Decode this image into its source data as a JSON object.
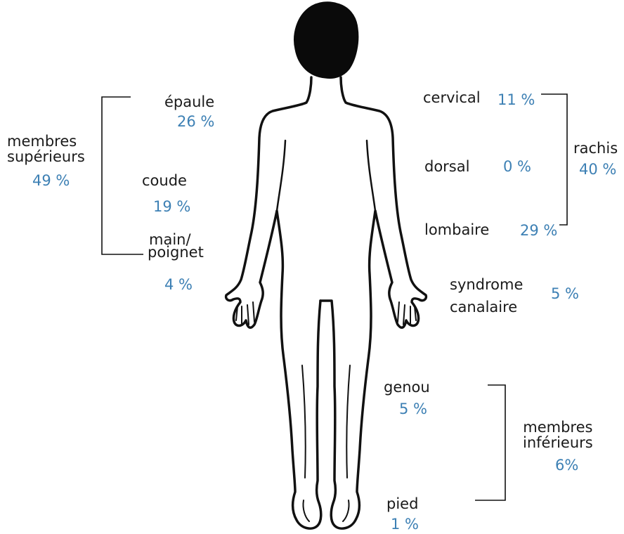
{
  "colors": {
    "label": "#1a1a1a",
    "percent": "#3d80b4",
    "outline": "#111111",
    "hair": "#0a0a0a"
  },
  "figure": {
    "icon": "human-body-back-view"
  },
  "groups": {
    "upper_limbs": {
      "label_line1": "membres",
      "label_line2": "supérieurs",
      "percent": "49 %"
    },
    "spine": {
      "label": "rachis",
      "percent": "40 %"
    },
    "lower_limbs": {
      "label_line1": "membres",
      "label_line2": "inférieurs",
      "percent": "6%"
    }
  },
  "regions": {
    "shoulder": {
      "label": "épaule",
      "percent": "26 %"
    },
    "elbow": {
      "label": "coude",
      "percent": "19 %"
    },
    "hand_wrist": {
      "label_line1": "main/",
      "label_line2": "poignet",
      "percent": "4 %"
    },
    "cervical": {
      "label": "cervical",
      "percent": "11 %"
    },
    "dorsal": {
      "label": "dorsal",
      "percent": "0 %"
    },
    "lumbar": {
      "label": "lombaire",
      "percent": "29 %"
    },
    "carpal_tunnel": {
      "label_line1": "syndrome",
      "label_line2": "canalaire",
      "percent": "5 %"
    },
    "knee": {
      "label": "genou",
      "percent": "5 %"
    },
    "foot": {
      "label": "pied",
      "percent": "1 %"
    }
  }
}
